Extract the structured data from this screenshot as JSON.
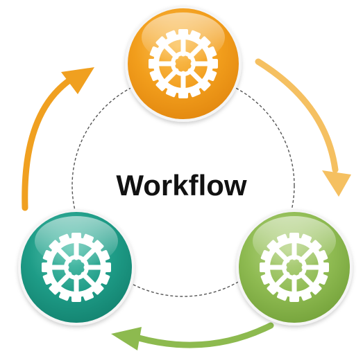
{
  "diagram": {
    "title": "Workflow",
    "nodes": [
      {
        "id": "node-top",
        "icon": "gear-icon",
        "color": "#f0a020"
      },
      {
        "id": "node-right",
        "icon": "gear-icon",
        "color": "#8dba4f"
      },
      {
        "id": "node-left",
        "icon": "gear-icon",
        "color": "#1e9a86"
      }
    ],
    "arrows": [
      {
        "from": "node-top",
        "to": "node-right",
        "color": "#f5c061"
      },
      {
        "from": "node-right",
        "to": "node-left",
        "color": "#8dba4f"
      },
      {
        "from": "node-left",
        "to": "node-top",
        "color": "#f0a020"
      }
    ]
  }
}
